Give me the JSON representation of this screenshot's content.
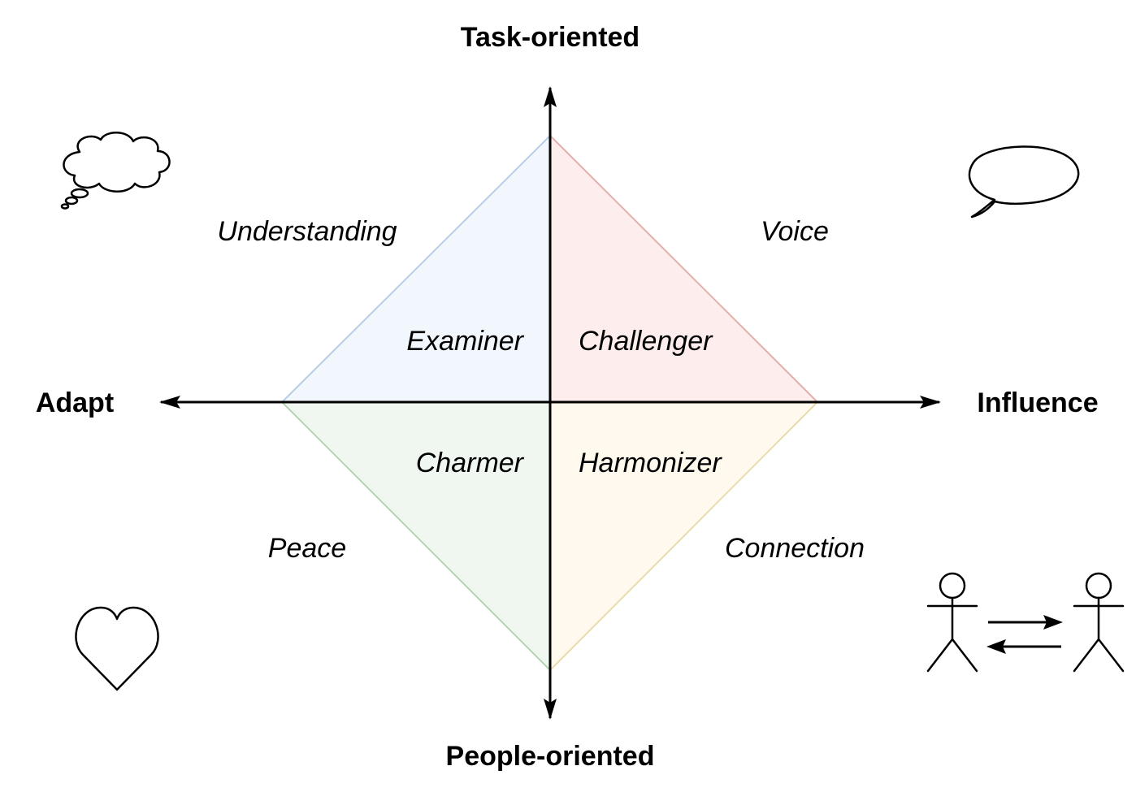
{
  "axes": {
    "top": "Task-oriented",
    "bottom": "People-oriented",
    "left": "Adapt",
    "right": "Influence"
  },
  "quadrants": {
    "top_left": {
      "inner": "Examiner",
      "outer": "Understanding",
      "color": "#dae8fc",
      "stroke": "#b8cde6"
    },
    "top_right": {
      "inner": "Challenger",
      "outer": "Voice",
      "color": "#f8cecc",
      "stroke": "#e0b0ae"
    },
    "bottom_left": {
      "inner": "Charmer",
      "outer": "Peace",
      "color": "#d5e8d4",
      "stroke": "#b5d3b3"
    },
    "bottom_right": {
      "inner": "Harmonizer",
      "outer": "Connection",
      "color": "#fff2cc",
      "stroke": "#e8dcaf"
    }
  },
  "icons": {
    "top_left": "thought-bubble-icon",
    "top_right": "speech-bubble-icon",
    "bottom_left": "heart-icon",
    "bottom_right": "people-exchange-icon"
  }
}
